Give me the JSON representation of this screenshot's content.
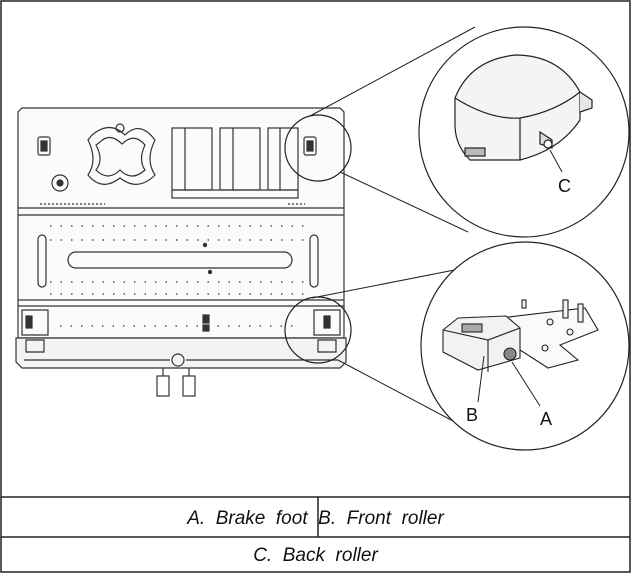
{
  "diagram": {
    "callouts": {
      "a": "A",
      "b": "B",
      "c": "C"
    },
    "caption_row_1": "A.  Brake  foot  B.  Front  roller",
    "caption_row_2": "C.  Back  roller"
  }
}
